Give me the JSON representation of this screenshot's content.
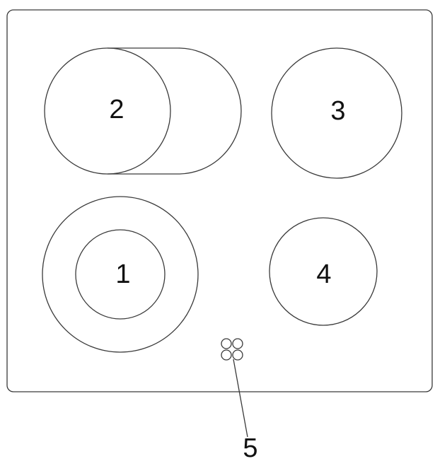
{
  "labels": {
    "zone1": "1",
    "zone2": "2",
    "zone3": "3",
    "zone4": "4",
    "indicator": "5"
  }
}
